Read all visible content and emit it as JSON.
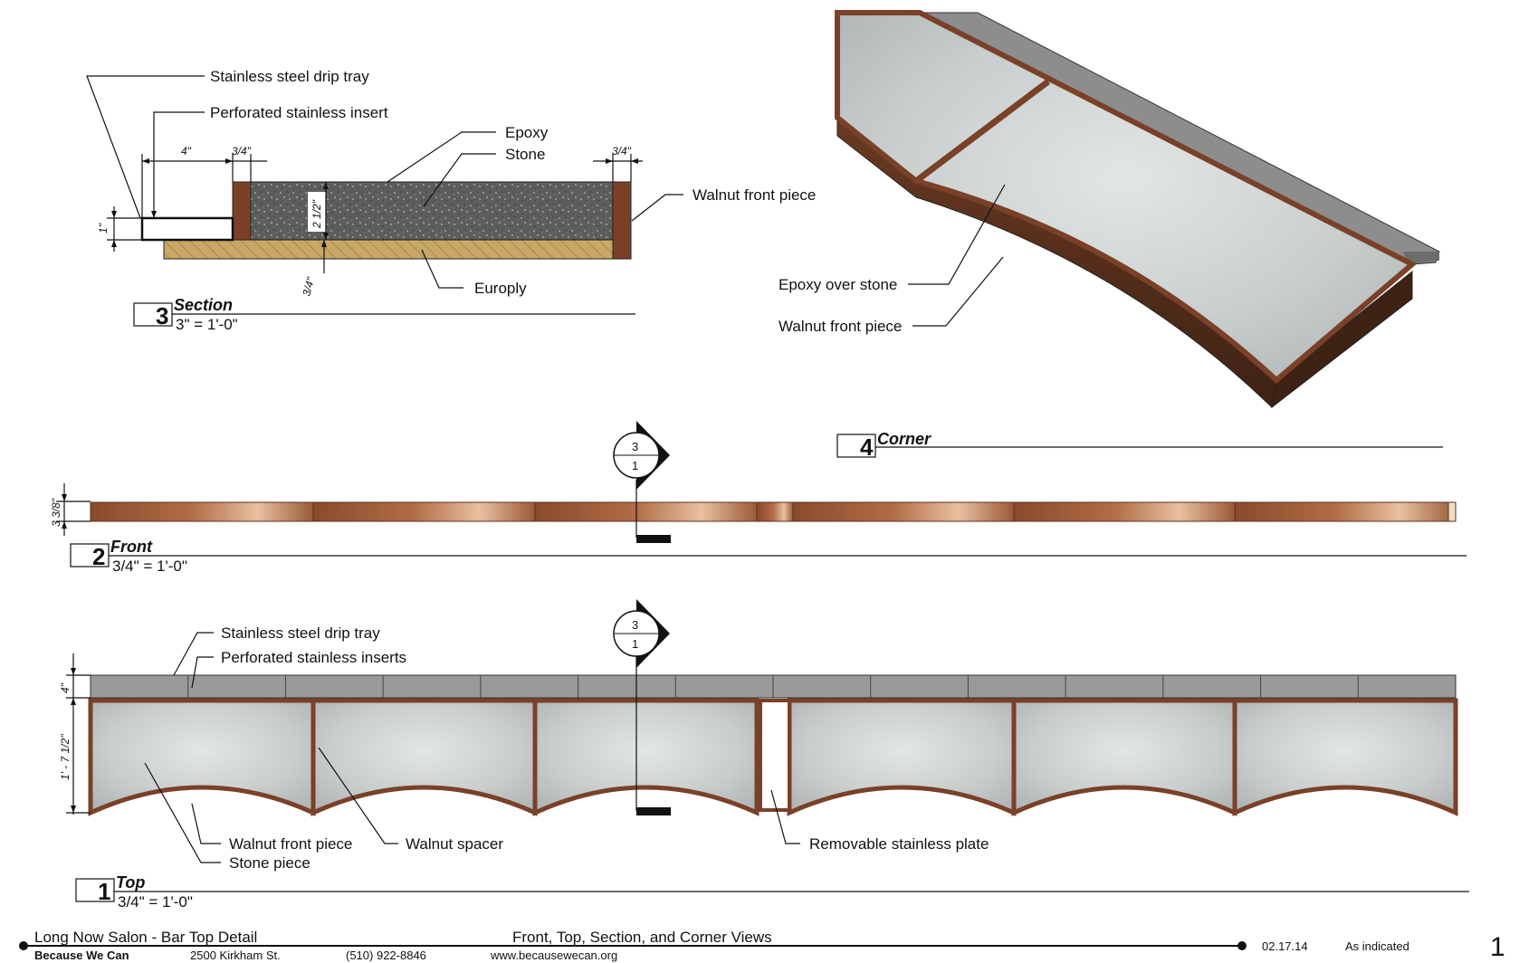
{
  "colors": {
    "walnut": "#8a4a2c",
    "walnut_light": "#c98a5e",
    "walnut_dark": "#4e2a1a",
    "stone": "#c4c9c9",
    "epoxy_section": "#5d5d5d",
    "europly": "#c9a766",
    "stainless": "#9a9a9a"
  },
  "section_view": {
    "labels": {
      "drip_tray": "Stainless  steel drip tray",
      "perforated_insert": "Perforated stainless insert",
      "epoxy": "Epoxy",
      "stone": "Stone",
      "walnut_front": "Walnut front piece",
      "europly": "Europly"
    },
    "dims": {
      "tray_width": "4\"",
      "walnut_thickness": "3/4\"",
      "front_thickness": "3/4\"",
      "tray_height": "1\"",
      "stone_height": "2 1/2\"",
      "europly_thickness": "3/4\""
    },
    "title": {
      "number": "3",
      "name": "Section",
      "scale": "3\" = 1'-0\""
    }
  },
  "corner_view": {
    "labels": {
      "epoxy_over_stone": "Epoxy over stone",
      "walnut_front": "Walnut front piece"
    },
    "title": {
      "number": "4",
      "name": "Corner"
    }
  },
  "front_view": {
    "dims": {
      "height": "3 3/8\""
    },
    "section_marker": {
      "top": "3",
      "bottom": "1"
    },
    "title": {
      "number": "2",
      "name": "Front",
      "scale": "3/4\" = 1'-0\""
    }
  },
  "top_view": {
    "labels": {
      "drip_tray": "Stainless steel drip tray",
      "perforated_inserts": "Perforated stainless inserts",
      "walnut_front": "Walnut front piece",
      "stone_piece": "Stone piece",
      "walnut_spacer": "Walnut spacer",
      "removable_plate": "Removable stainless plate"
    },
    "dims": {
      "tray_depth": "4\"",
      "top_depth": "1' - 7 1/2\""
    },
    "section_marker": {
      "top": "3",
      "bottom": "1"
    },
    "title": {
      "number": "1",
      "name": "Top",
      "scale": "3/4\" = 1'-0\""
    }
  },
  "title_block": {
    "project": "Long Now Salon - Bar Top Detail",
    "sheet_title": "Front, Top, Section, and Corner Views",
    "company": "Because We Can",
    "address": "2500 Kirkham St.",
    "phone": "(510) 922-8846",
    "website": "www.becausewecan.org",
    "date": "02.17.14",
    "scale": "As indicated",
    "sheet_number": "1"
  }
}
